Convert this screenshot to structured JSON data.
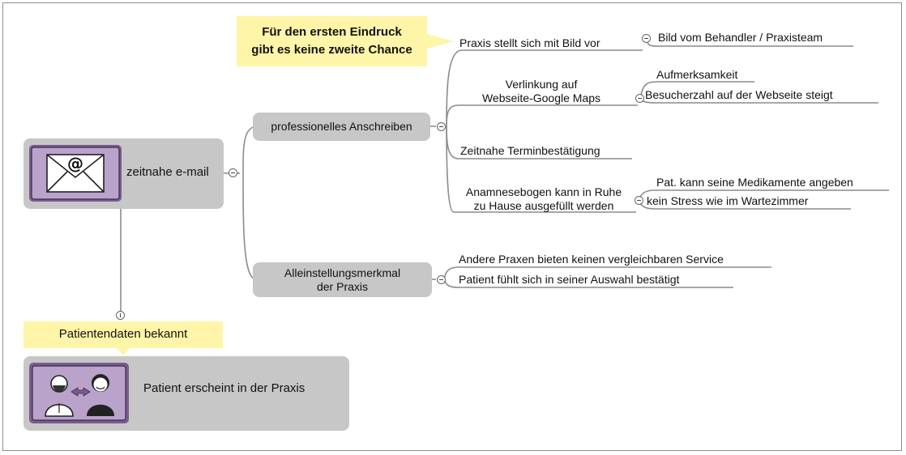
{
  "root": {
    "label": "zeitnahe e-mail",
    "icon": "email-envelope-icon",
    "accent": "#7a5a8f",
    "box_color": "#c7c7c7"
  },
  "note_top": {
    "line1": "Für den ersten Eindruck",
    "line2": "gibt es keine zweite Chance",
    "color": "#fff5a8"
  },
  "branch_anschreiben": {
    "label": "professionelles Anschreiben",
    "items": {
      "praxis_bild": {
        "label": "Praxis stellt sich mit Bild vor",
        "children": [
          "Bild vom Behandler / Praxisteam"
        ]
      },
      "verlinkung": {
        "line1": "Verlinkung auf",
        "line2": "Webseite-Google Maps",
        "children": [
          "Aufmerksamkeit",
          "Besucherzahl auf der Webseite steigt"
        ]
      },
      "termin": {
        "label": "Zeitnahe Terminbestätigung"
      },
      "anamnese": {
        "line1": "Anamnesebogen kann in Ruhe",
        "line2": "zu Hause ausgefüllt werden",
        "children": [
          "Pat. kann seine Medikamente angeben",
          "kein Stress wie im Wartezimmer"
        ]
      }
    }
  },
  "branch_alleinstellung": {
    "line1": "Alleinstellungsmerkmal",
    "line2": "der Praxis",
    "children": [
      "Andere Praxen bieten keinen vergleichbaren Service",
      "Patient fühlt sich in seiner Auswahl bestätigt"
    ]
  },
  "note_bottom": {
    "label": "Patientendaten bekannt"
  },
  "bottom_node": {
    "label": "Patient erscheint in der Praxis",
    "icon": "patient-exchange-icon"
  }
}
